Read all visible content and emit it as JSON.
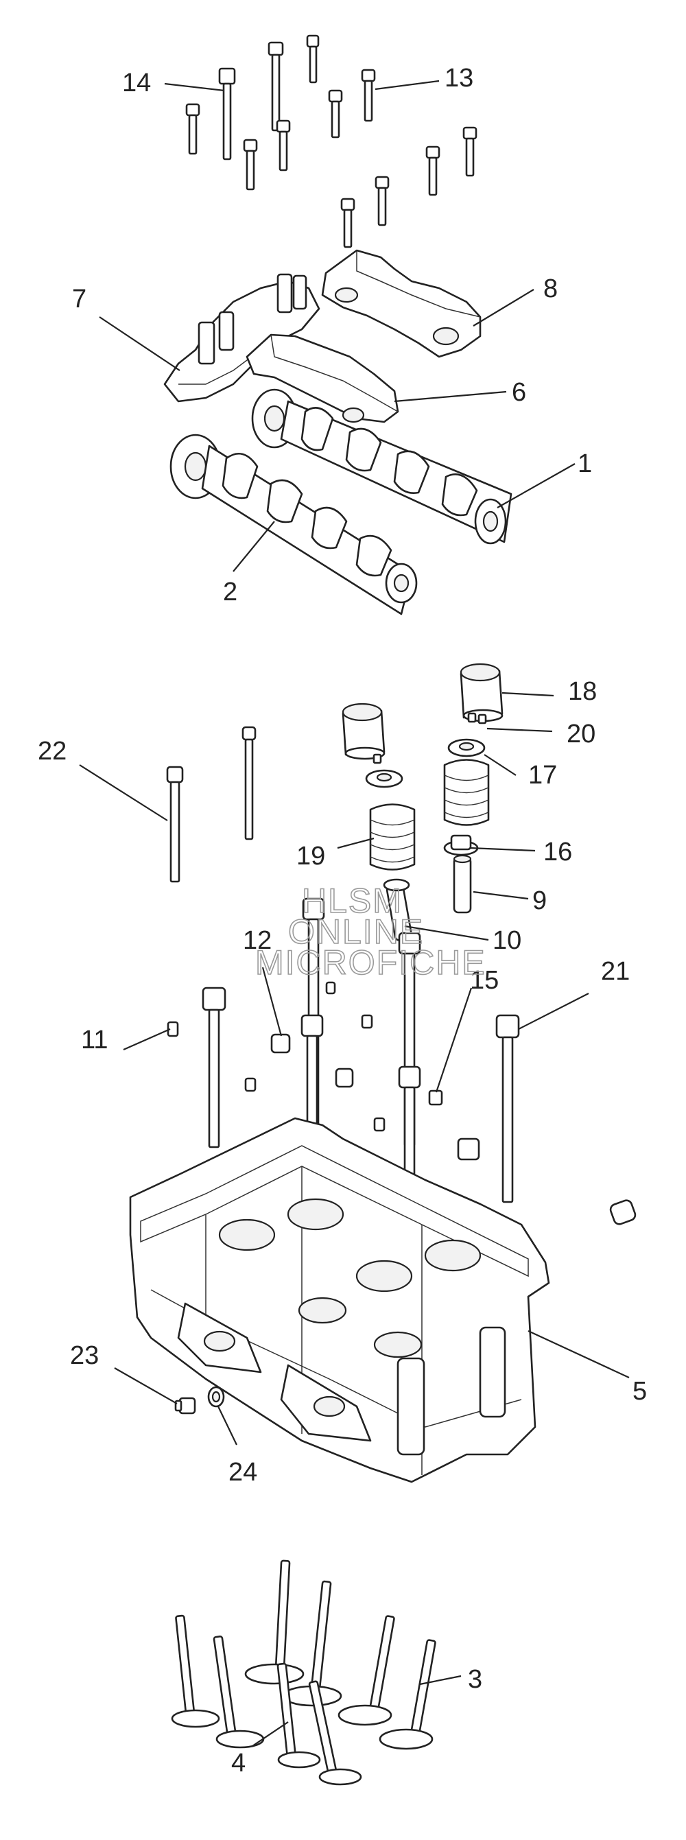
{
  "callouts": [
    "1",
    "2",
    "3",
    "4",
    "5",
    "6",
    "7",
    "8",
    "9",
    "10",
    "11",
    "12",
    "13",
    "14",
    "15",
    "16",
    "17",
    "18",
    "19",
    "20",
    "21",
    "22",
    "23",
    "24"
  ],
  "watermark": {
    "line1": "HLSM",
    "line2": "ONLINE",
    "line3": "MICROFICHE"
  }
}
